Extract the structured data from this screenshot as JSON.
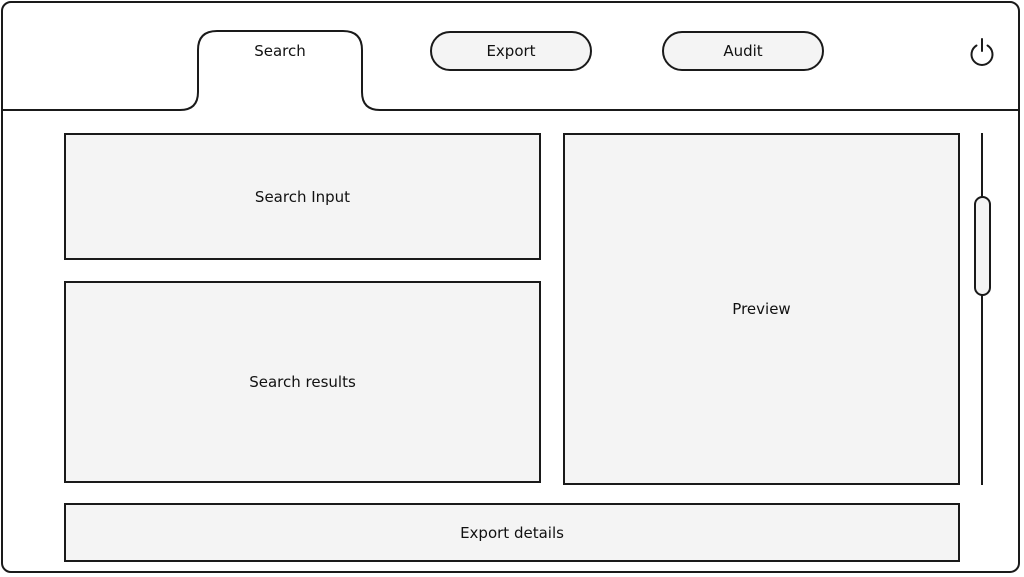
{
  "tabs": [
    {
      "label": "Search",
      "active": true
    },
    {
      "label": "Export",
      "active": false
    },
    {
      "label": "Audit",
      "active": false
    }
  ],
  "header": {
    "power_icon": "power-icon"
  },
  "panels": {
    "search_input": "Search Input",
    "search_results": "Search results",
    "preview": "Preview",
    "export_details": "Export details"
  },
  "colors": {
    "stroke": "#1a1a1a",
    "panel_fill": "#f4f4f4",
    "background": "#ffffff"
  }
}
